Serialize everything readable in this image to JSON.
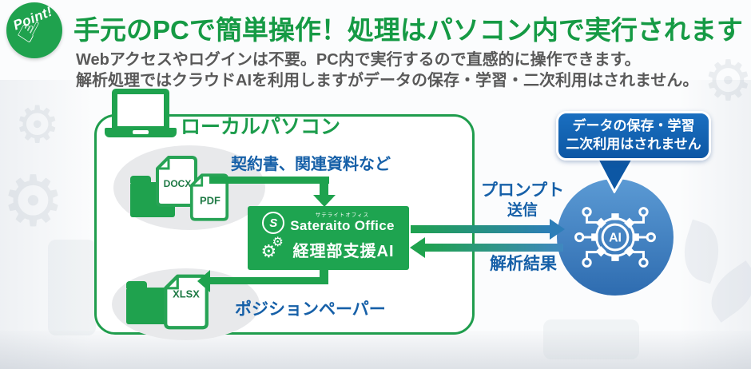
{
  "badge": {
    "label": "Point!"
  },
  "header": {
    "title": "手元のPCで簡単操作！処理はパソコン内で実行されます",
    "subtitle_line1": "Webアクセスやログインは不要。PC内で実行するので直感的に操作できます。",
    "subtitle_line2": "解析処理ではクラウドAIを利用しますがデータの保存・学習・二次利用はされません。"
  },
  "diagram": {
    "local_pc_label": "ローカルパソコン",
    "input": {
      "label": "契約書、関連資料など",
      "files": [
        "DOCX",
        "PDF"
      ]
    },
    "app_box": {
      "brand_ruby": "サテライトオフィス",
      "brand": "Sateraito Office",
      "product": "経理部支援AI"
    },
    "output": {
      "label": "ポジションペーパー",
      "files": [
        "XLSX"
      ]
    },
    "arrows": {
      "prompt_line1": "プロンプト",
      "prompt_line2": "送信",
      "result": "解析結果"
    },
    "ai": {
      "label": "AI"
    },
    "bubble": {
      "line1": "データの保存・学習",
      "line2": "二次利用はされません"
    }
  },
  "colors": {
    "accent_green": "#1fa24e",
    "label_blue": "#1660a8",
    "bubble_blue": "#0d57a4",
    "circle_blue": "#3b7fc4",
    "subtitle_gray": "#595959"
  }
}
